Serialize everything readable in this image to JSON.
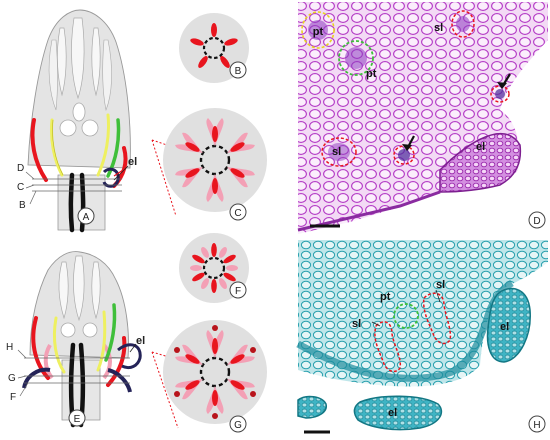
{
  "panels": {
    "A": "A",
    "B": "B",
    "C": "C",
    "D": "D",
    "E": "E",
    "F": "F",
    "G": "G",
    "H": "H"
  },
  "diagram_labels": {
    "el": "el",
    "level_d": "D",
    "level_c": "C",
    "level_b": "B",
    "level_h": "H",
    "level_g": "G",
    "level_f": "F"
  },
  "micrograph_d": {
    "pt_outline": "pt",
    "pt": "pt",
    "sl_top": "sl",
    "sl_left": "sl",
    "el": "el"
  },
  "micrograph_h": {
    "pt": "pt",
    "sl_right": "sl",
    "sl_left": "sl",
    "el_right": "el",
    "el_bottom": "el"
  },
  "colors": {
    "gray_fill": "#e0e0e0",
    "red": "#e8151e",
    "pink": "#f3a0b5",
    "yellow": "#eef060",
    "green": "#3fbf3a",
    "navy": "#242358",
    "magenta_stain": "#c23fcf",
    "teal_stain": "#2aa8b8"
  }
}
